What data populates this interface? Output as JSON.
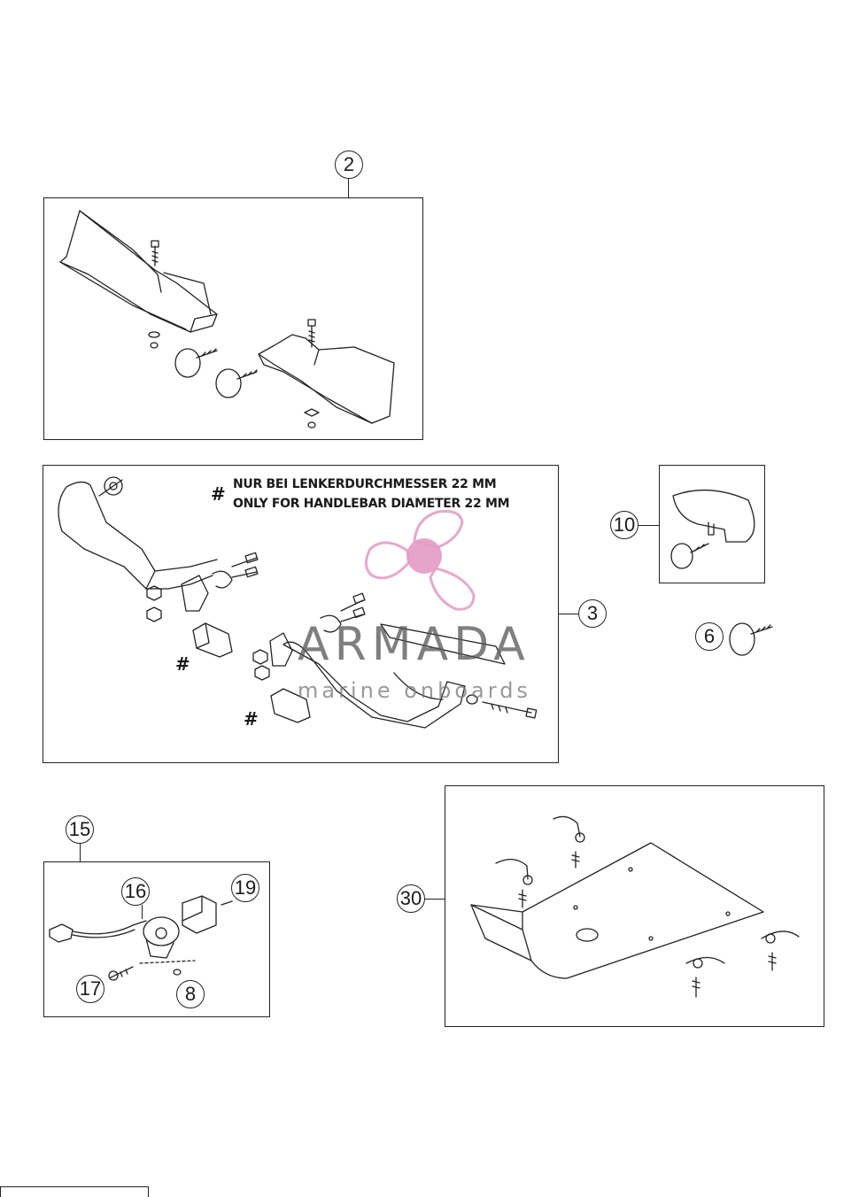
{
  "callouts": {
    "c2": "2",
    "c3": "3",
    "c10": "10",
    "c6": "6",
    "c15": "15",
    "c16": "16",
    "c19": "19",
    "c17": "17",
    "c8": "8",
    "c30": "30"
  },
  "note": {
    "symbol": "#",
    "line1": "NUR BEI LENKERDURCHMESSER 22 MM",
    "line2": "ONLY FOR HANDLEBAR DIAMETER 22 MM"
  },
  "hash_marks": [
    "#",
    "#"
  ],
  "watermark": {
    "title": "ARMADA",
    "subtitle": "marine onboards",
    "logo": "propeller-logo",
    "color": "#e39ac4"
  },
  "doc_code": ""
}
